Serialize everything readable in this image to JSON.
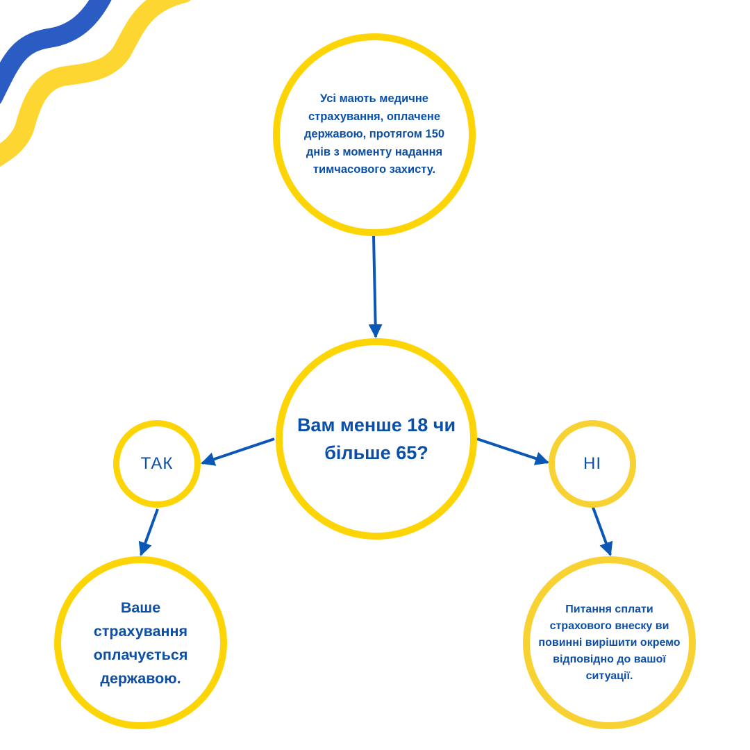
{
  "colors": {
    "accent_blue": "#2a5cc4",
    "accent_yellow": "#fdd632",
    "circle_border": "#fdd506",
    "circle_border_alt": "#f8d132",
    "text_blue": "#0b4fa8",
    "arrow_blue": "#0b57b5"
  },
  "nodes": {
    "top": "Усі мають медичне страхування, оплачене державою, протягом 150 днів з моменту надання тимчасового захисту.",
    "center": "Вам менше 18 чи більше 65?",
    "yes": "ТАК",
    "no": "НІ",
    "yes_result": "Ваше страхування оплачується державою.",
    "no_result": "Питання сплати страхового внеску ви повинні вирішити окремо відповідно до вашої ситуації."
  },
  "edges": [
    {
      "from": "top",
      "to": "center"
    },
    {
      "from": "center",
      "to": "yes"
    },
    {
      "from": "center",
      "to": "no"
    },
    {
      "from": "yes",
      "to": "yes_result"
    },
    {
      "from": "no",
      "to": "no_result"
    }
  ]
}
